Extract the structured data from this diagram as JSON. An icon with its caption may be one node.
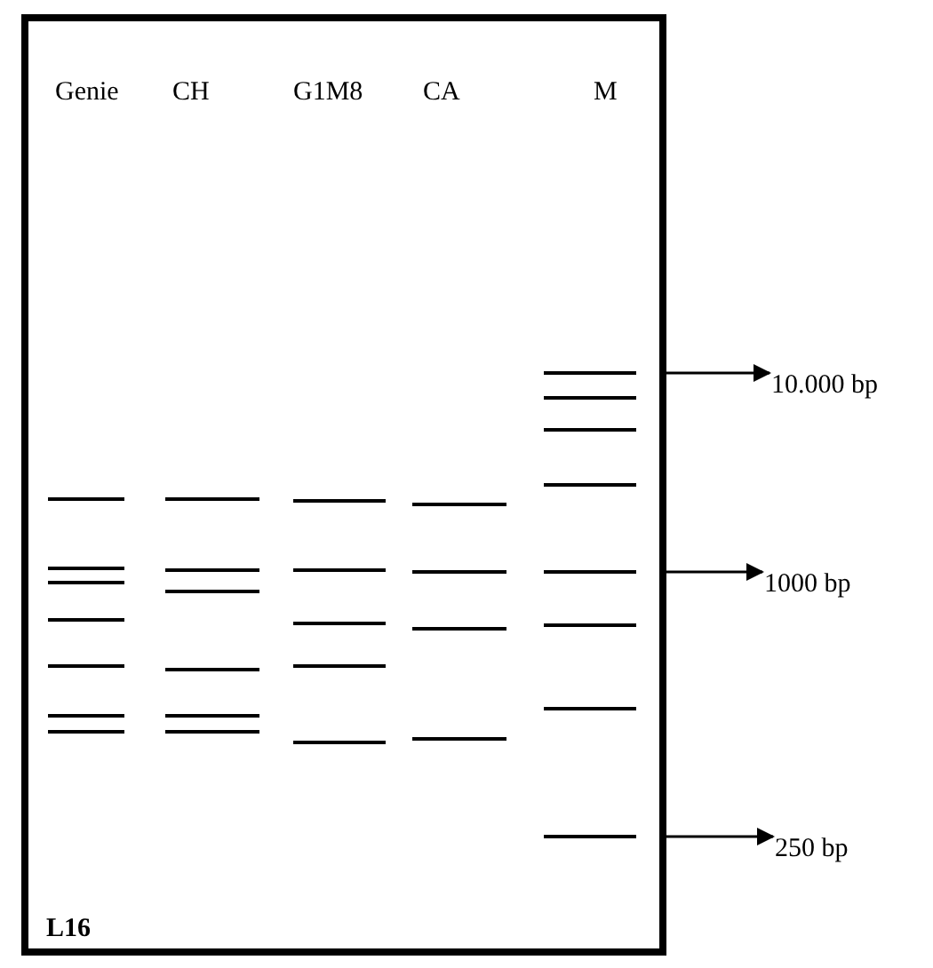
{
  "diagram": {
    "nodes": [
      {
        "text": [
          "10.000 bp"
        ]
      },
      {
        "text": [
          "1000 bp"
        ]
      },
      {
        "text": [
          "250 bp"
        ]
      }
    ],
    "edges": [
      {
        "from": null,
        "to": 0,
        "arrow": "to"
      },
      {
        "from": null,
        "to": 1,
        "arrow": "to"
      },
      {
        "from": null,
        "to": 2,
        "arrow": "to"
      }
    ],
    "labels": [
      "Genie",
      "CH",
      "G1M8",
      "CA",
      "M",
      "L16"
    ]
  }
}
